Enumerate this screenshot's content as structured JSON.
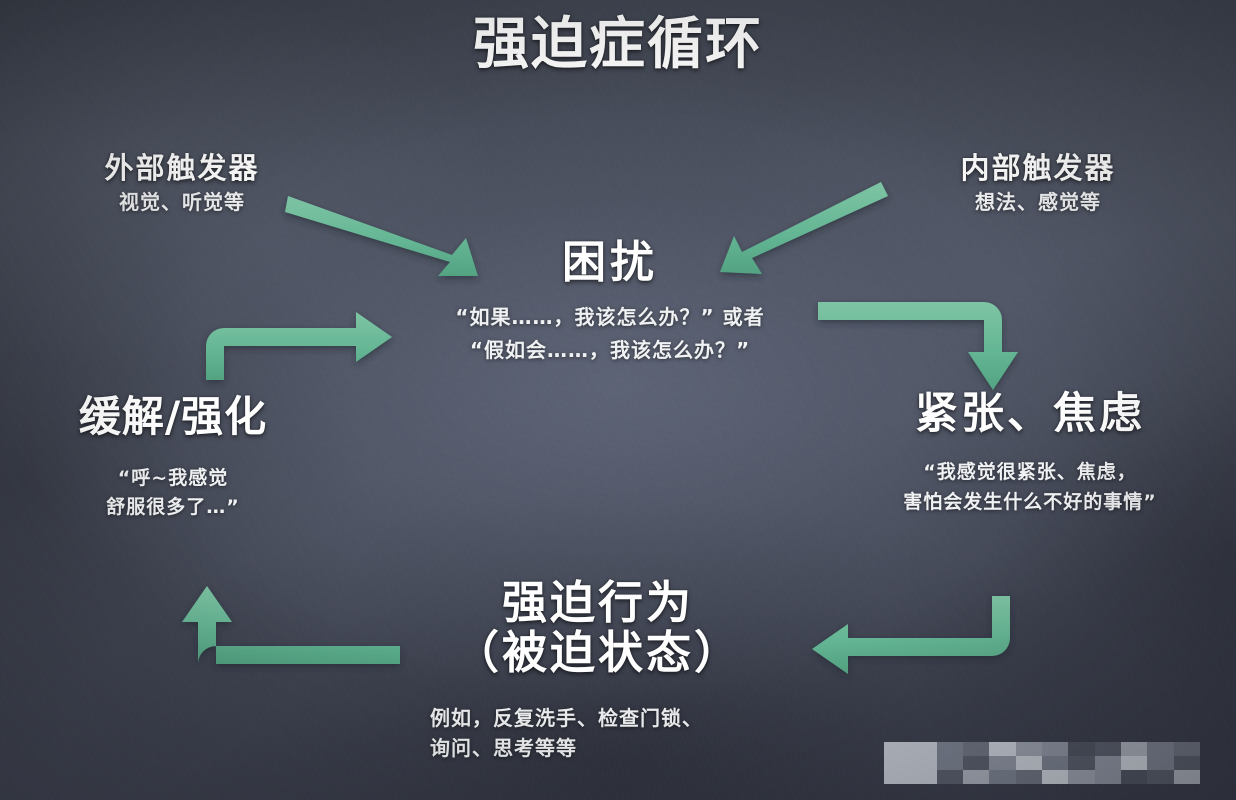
{
  "title": "强迫症循环",
  "theme": {
    "board_bg": "#474c59",
    "text": "#ffffff",
    "arrow": "#63b694",
    "arrow_shadow": "#3b7a63"
  },
  "nodes": {
    "external_trigger": {
      "heading": "外部触发器",
      "sub": "视觉、听觉等"
    },
    "internal_trigger": {
      "heading": "内部触发器",
      "sub": "想法、感觉等"
    },
    "distress": {
      "heading": "困扰",
      "sub_line1": "“如果……，我该怎么办？” 或者",
      "sub_line2": "“假如会……，我该怎么办？”"
    },
    "anxiety": {
      "heading": "紧张、焦虑",
      "sub_line1": "“我感觉很紧张、焦虑，",
      "sub_line2": "害怕会发生什么不好的事情”"
    },
    "relief": {
      "heading": "缓解/强化",
      "sub_line1": "“呼~我感觉",
      "sub_line2": "舒服很多了…”"
    },
    "compulsion": {
      "heading_line1": "强迫行为",
      "heading_line2": "（被迫状态）",
      "sub_line1": "例如，反复洗手、检查门锁、",
      "sub_line2": "询问、思考等等"
    }
  },
  "arrows": [
    {
      "name": "external-trigger-to-distress",
      "shape": "diagonal-down-right"
    },
    {
      "name": "internal-trigger-to-distress",
      "shape": "diagonal-down-left"
    },
    {
      "name": "distress-to-anxiety",
      "shape": "elbow-right-down"
    },
    {
      "name": "anxiety-to-compulsion",
      "shape": "elbow-down-left"
    },
    {
      "name": "compulsion-to-relief",
      "shape": "elbow-left-up"
    },
    {
      "name": "relief-to-distress",
      "shape": "elbow-up-right"
    }
  ],
  "watermark": {
    "label": ""
  }
}
